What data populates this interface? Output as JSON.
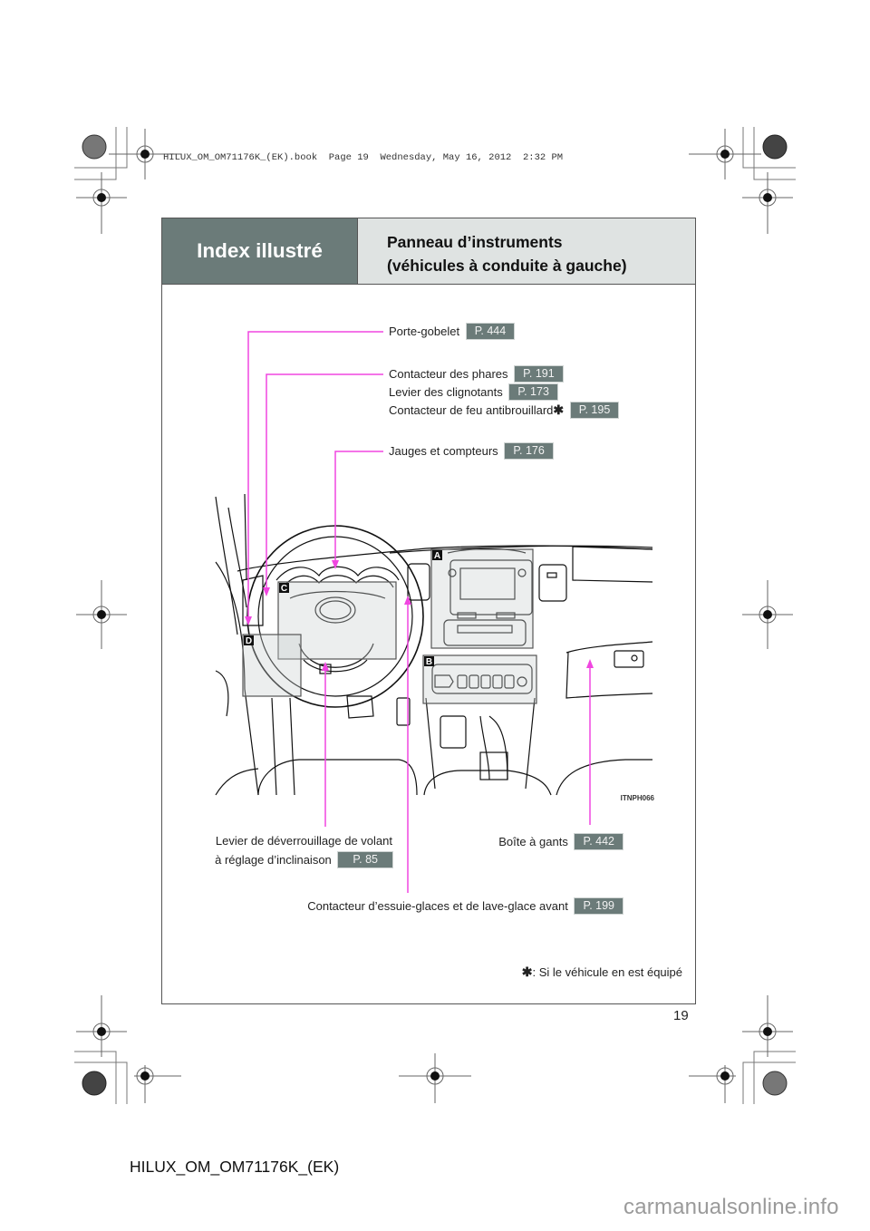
{
  "book_line": "HILUX_OM_OM71176K_(EK).book  Page 19  Wednesday, May 16, 2012  2:32 PM",
  "header": {
    "section": "Index illustré",
    "title_line1": "Panneau d’instruments",
    "title_line2": "(véhicules à conduite à gauche)"
  },
  "callouts": {
    "cup_holder": {
      "label": "Porte-gobelet",
      "page": "P. 444"
    },
    "headlight_switch": {
      "label": "Contacteur des phares",
      "page": "P. 191"
    },
    "turn_signal": {
      "label": "Levier des clignotants",
      "page": "P. 173"
    },
    "fog_light": {
      "label": "Contacteur de feu antibrouillard",
      "asterisk": "✱",
      "page": "P. 195"
    },
    "gauges": {
      "label": "Jauges et compteurs",
      "page": "P. 176"
    },
    "tilt_lever_line1": "Levier de déverrouillage de volant",
    "tilt_lever_line2": "à réglage d’inclinaison",
    "tilt_lever_page": "P. 85",
    "glove_box": {
      "label": "Boîte à gants",
      "page": "P. 442"
    },
    "wiper": {
      "label": "Contacteur d’essuie-glaces et de lave-glace avant",
      "page": "P. 199"
    }
  },
  "diagram": {
    "zone_labels": [
      "A",
      "B",
      "C",
      "D"
    ],
    "figure_code": "ITNPH066",
    "callout_color": "#f046e0",
    "badge_color": "#6b7b79"
  },
  "footnote": {
    "asterisk": "✱",
    "text": ": Si le véhicule en est équipé"
  },
  "page_number": "19",
  "footer_id": "HILUX_OM_OM71176K_(EK)",
  "watermark": "carmanualsonline.info"
}
